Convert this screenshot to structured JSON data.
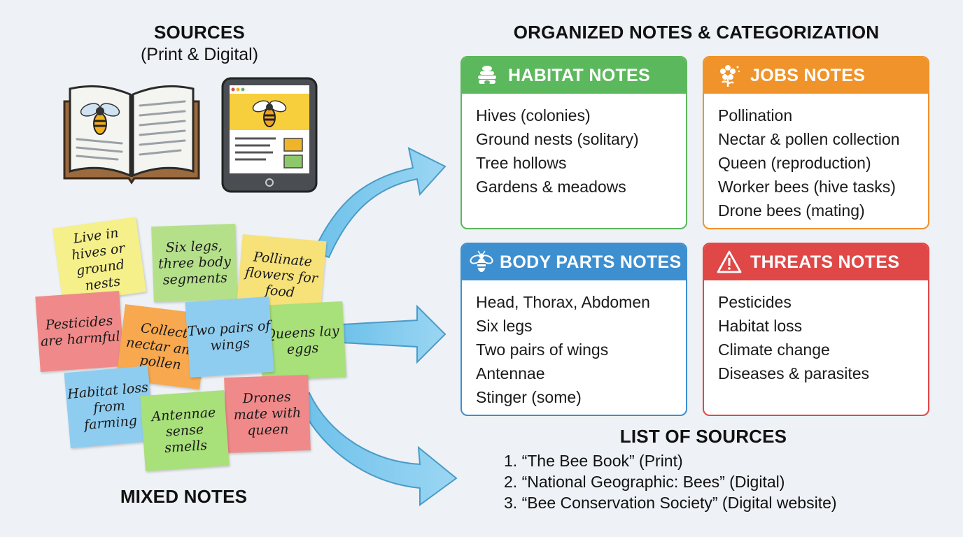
{
  "sources": {
    "title": "SOURCES",
    "subtitle": "(Print & Digital)"
  },
  "mixed_notes": {
    "label": "MIXED NOTES",
    "notes": [
      {
        "text": "Live in hives or ground nests",
        "color": "#f5f08a"
      },
      {
        "text": "Six legs, three body segments",
        "color": "#b5e08a"
      },
      {
        "text": "Pollinate flowers for food",
        "color": "#f7e27a"
      },
      {
        "text": "Pesticides are harmful",
        "color": "#f08a8a"
      },
      {
        "text": "Collect nectar and pollen",
        "color": "#f8a84e"
      },
      {
        "text": "Two pairs of wings",
        "color": "#8fcdf0"
      },
      {
        "text": "Queens lay eggs",
        "color": "#a8e07a"
      },
      {
        "text": "Habitat loss from farming",
        "color": "#8fcdf0"
      },
      {
        "text": "Antennae sense smells",
        "color": "#a8e07a"
      },
      {
        "text": "Drones mate with queen",
        "color": "#f08a8a"
      }
    ]
  },
  "organized": {
    "title": "ORGANIZED NOTES & CATEGORIZATION",
    "categories": [
      {
        "title": "HABITAT NOTES",
        "icon": "beehive-icon",
        "color": "#5cb85c",
        "items": [
          "Hives (colonies)",
          "Ground nests (solitary)",
          "Tree hollows",
          "Gardens & meadows"
        ]
      },
      {
        "title": "JOBS NOTES",
        "icon": "flower-icon",
        "color": "#f0932b",
        "items": [
          "Pollination",
          "Nectar & pollen collection",
          "Queen (reproduction)",
          "Worker bees (hive tasks)",
          "Drone bees (mating)"
        ]
      },
      {
        "title": "BODY PARTS NOTES",
        "icon": "bee-icon",
        "color": "#3d8fd0",
        "items": [
          "Head, Thorax, Abdomen",
          "Six legs",
          "Two pairs of wings",
          "Antennae",
          "Stinger (some)"
        ]
      },
      {
        "title": "THREATS NOTES",
        "icon": "warning-icon",
        "color": "#e04848",
        "items": [
          "Pesticides",
          "Habitat loss",
          "Climate change",
          "Diseases & parasites"
        ]
      }
    ]
  },
  "list_of_sources": {
    "title": "LIST OF SOURCES",
    "items": [
      "1. “The Bee Book” (Print)",
      "2. “National Geographic: Bees” (Digital)",
      "3. “Bee Conservation Society” (Digital website)"
    ]
  }
}
